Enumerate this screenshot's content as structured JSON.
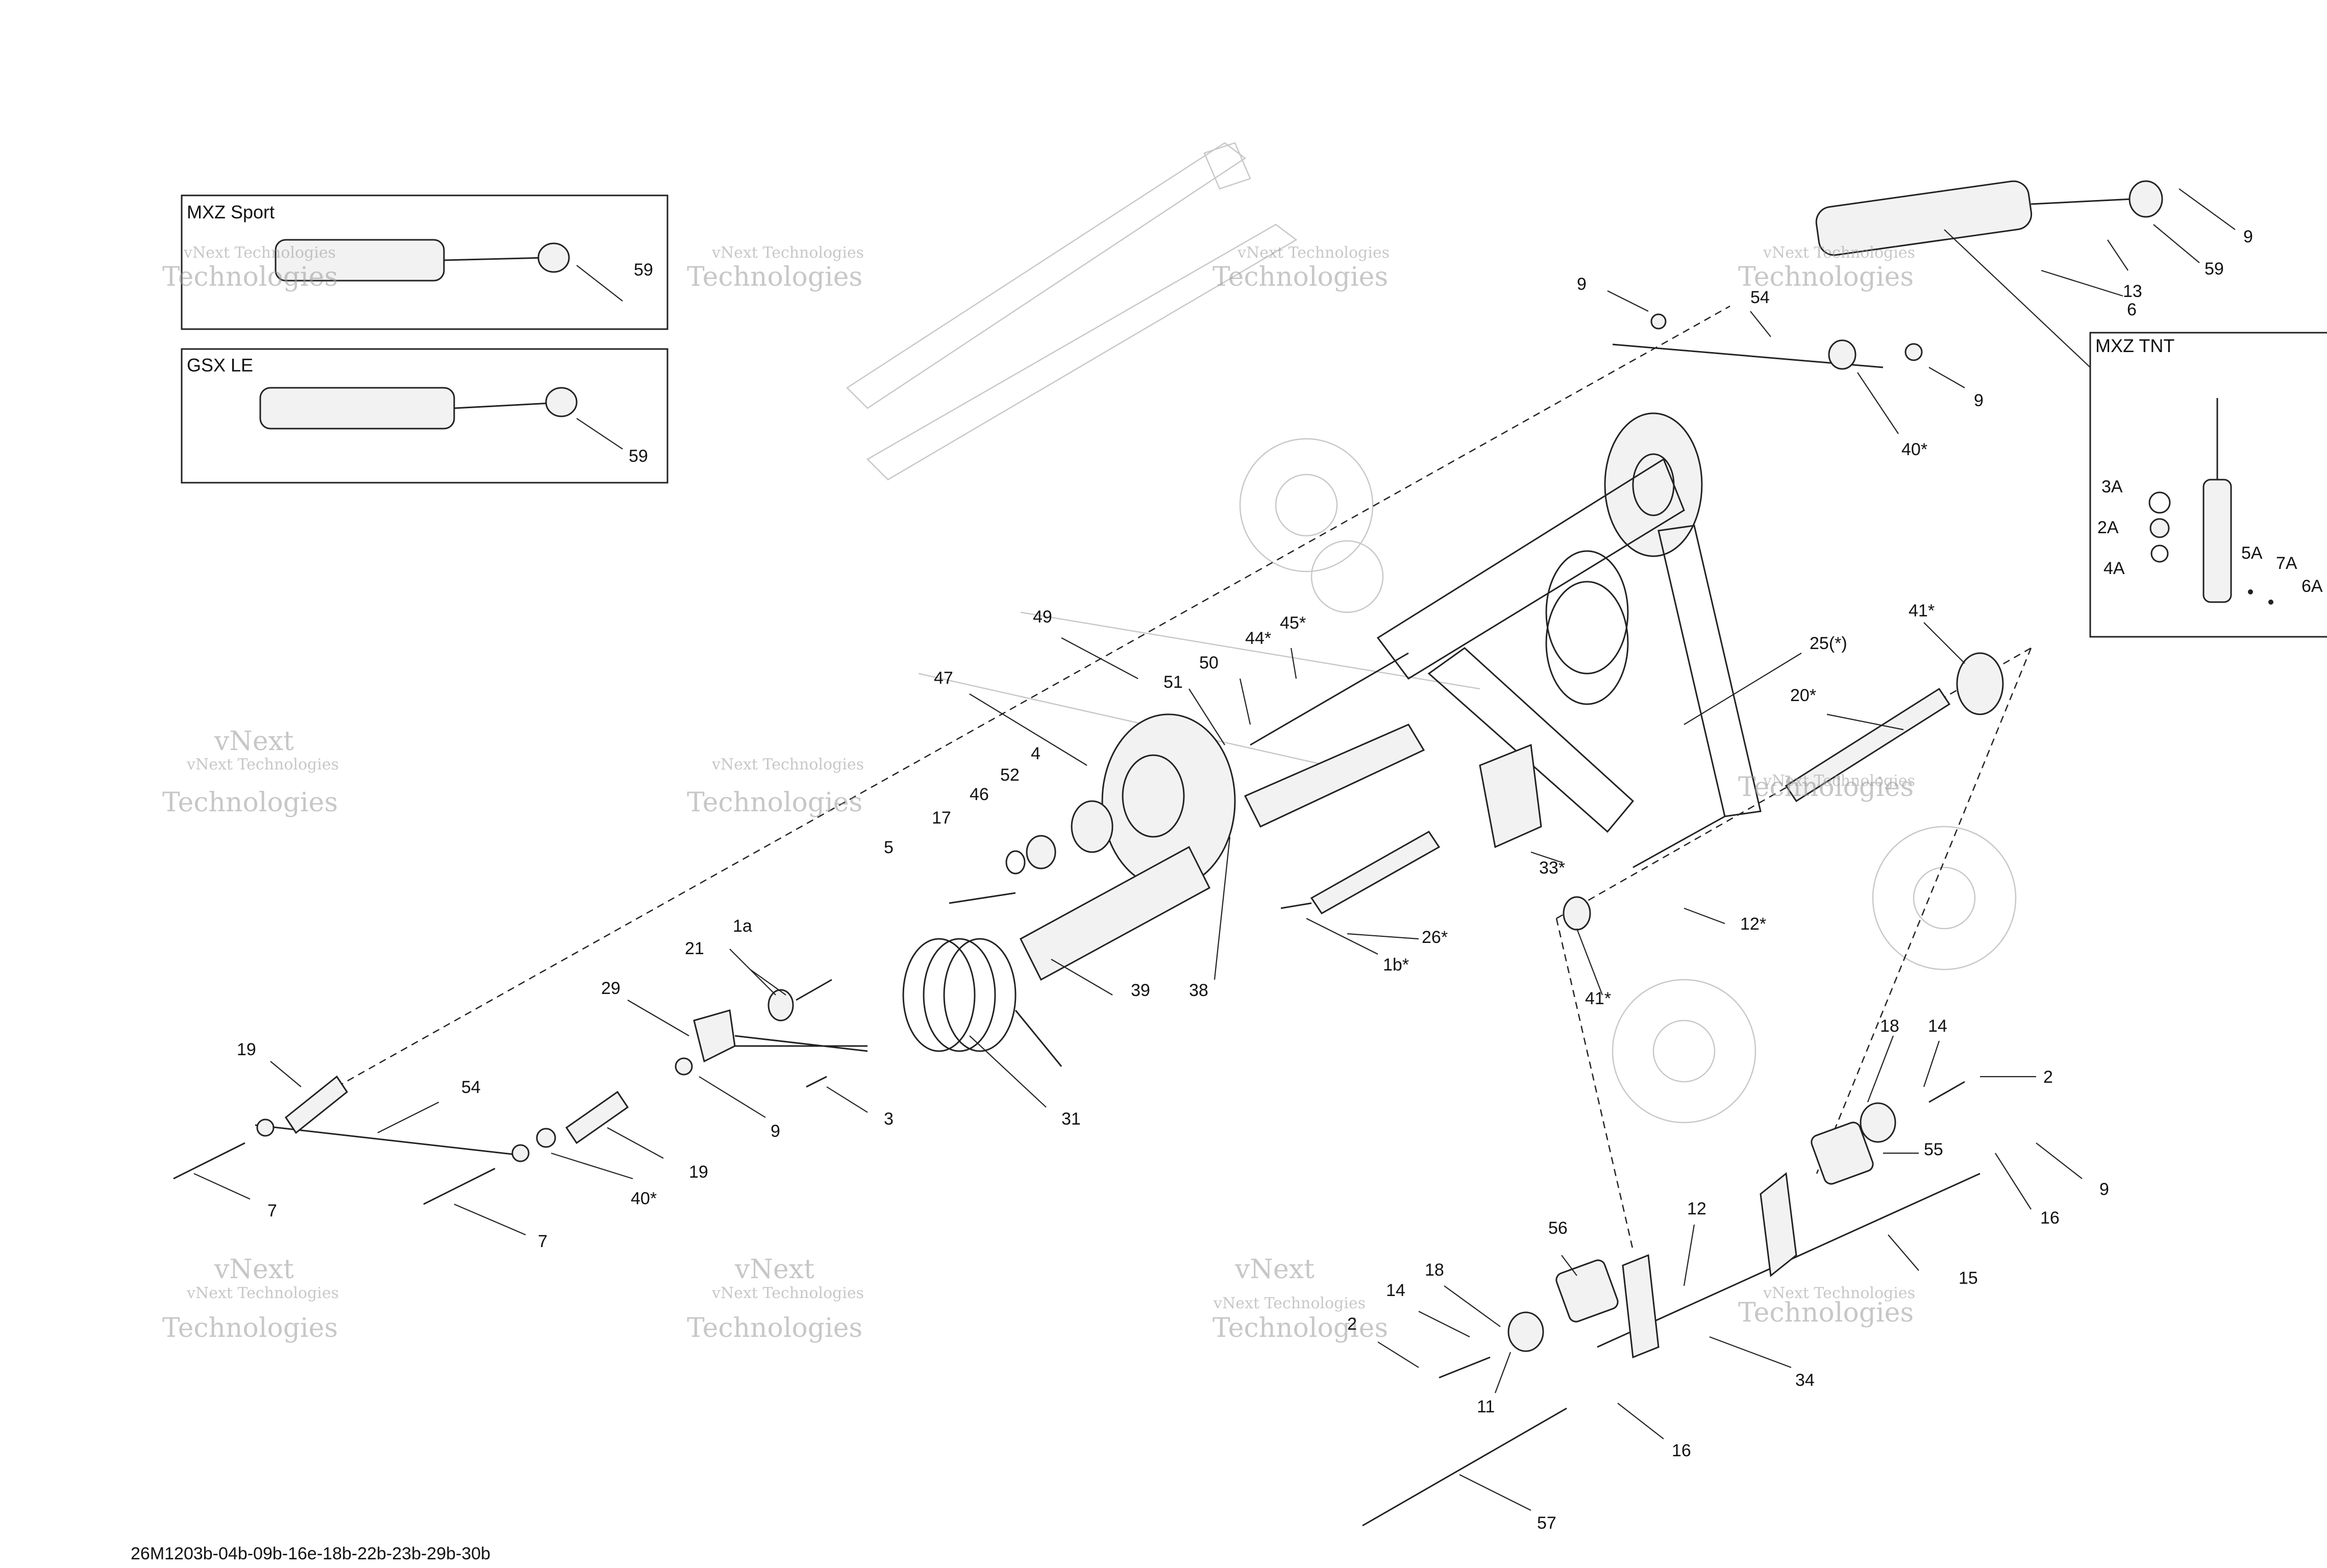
{
  "diagram_code": "26M1203b-04b-09b-16e-18b-22b-23b-29b-30b",
  "watermark": {
    "line1": "vNext Technologies",
    "line2": "vNext",
    "line3": "Technologies"
  },
  "boxes": [
    {
      "title": "MXZ  Sport",
      "callout": "59"
    },
    {
      "title": "GSX LE",
      "callout": "59"
    },
    {
      "title": "MXZ  TNT",
      "callouts": [
        "3A",
        "2A",
        "4A",
        "5A",
        "7A",
        "6A"
      ]
    }
  ],
  "callouts": {
    "c9a": "9",
    "c59a": "59",
    "c13": "13",
    "c6": "6",
    "c9b": "9",
    "c54a": "54",
    "c9c": "9",
    "c40a": "40*",
    "c49": "49",
    "c47": "47",
    "c50": "50",
    "c44": "44*",
    "c45": "45*",
    "c51": "51",
    "c25": "25(*)",
    "c41a": "41*",
    "c20": "20*",
    "c4": "4",
    "c46": "46",
    "c52": "52",
    "c17": "17",
    "c5": "5",
    "c33": "33*",
    "c12a": "12*",
    "c26": "26*",
    "c1b": "1b*",
    "c41b": "41*",
    "c1a": "1a",
    "c21": "21",
    "c29": "29",
    "c39": "39",
    "c38": "38",
    "c9d": "9",
    "c3": "3",
    "c31": "31",
    "c19a": "19",
    "c54b": "54",
    "c19b": "19",
    "c40b": "40*",
    "c7a": "7",
    "c7b": "7",
    "c18a": "18",
    "c14a": "14",
    "c2a": "2",
    "c55": "55",
    "c9e": "9",
    "c16a": "16",
    "c15": "15",
    "c12b": "12",
    "c56": "56",
    "c14b": "14",
    "c18b": "18",
    "c2b": "2",
    "c11": "11",
    "c34": "34",
    "c16b": "16",
    "c57": "57"
  }
}
